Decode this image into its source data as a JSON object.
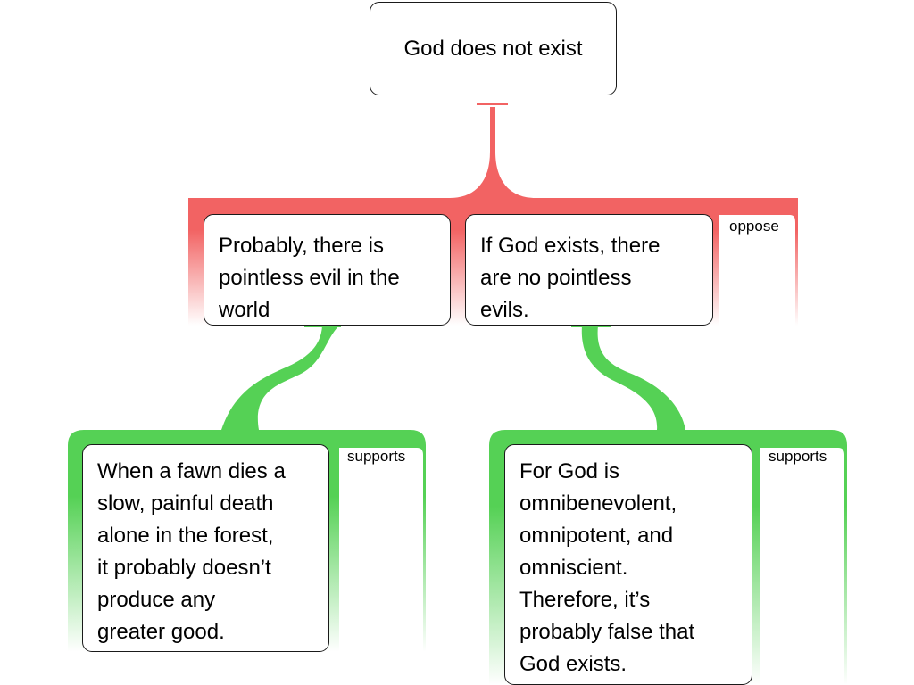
{
  "colors": {
    "oppose": "#f26363",
    "supports": "#55d155",
    "node_border": "#1a1a1a",
    "node_fill": "#ffffff"
  },
  "nodes": {
    "claim": "God does not exist",
    "objection_1": "Probably, there is\npointless evil in the\nworld",
    "objection_2": "If God exists, there\nare no pointless\nevils.",
    "support_1": "When a fawn dies a\nslow, painful death\nalone in the forest,\nit probably doesn’t\nproduce any\ngreater good.",
    "support_2": "For God is\nomnibenevolent,\nomnipotent, and\nomniscient.\nTherefore, it’s\nprobably false that\nGod exists."
  },
  "relations": {
    "objection_group": "oppose",
    "support_group_1": "supports",
    "support_group_2": "supports"
  }
}
